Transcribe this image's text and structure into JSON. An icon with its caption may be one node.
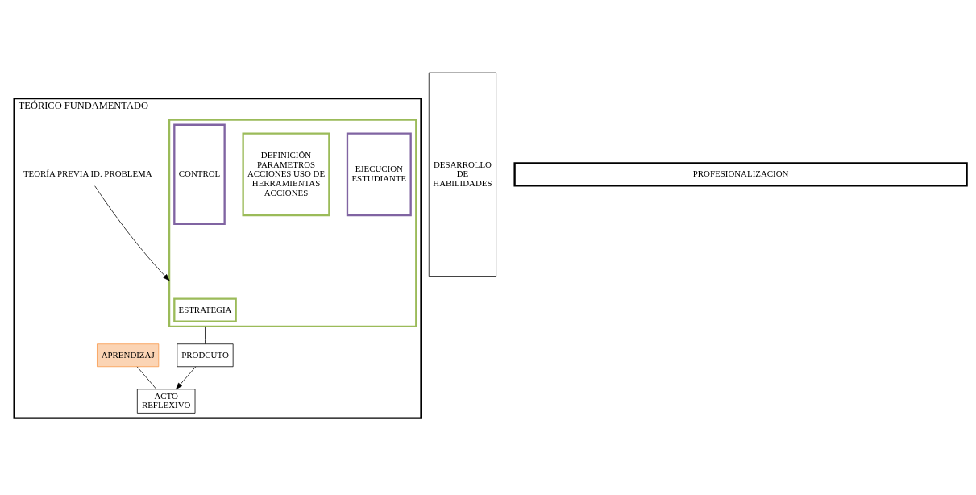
{
  "diagram": {
    "nodes": [
      {
        "text": [
          "TEÓRICO FUNDAMENTADO"
        ]
      },
      {
        "text": [
          "TEORÍA PREVIA ID. PROBLEMA"
        ],
        "in": 0
      },
      {
        "text": [],
        "shape": "box",
        "in": 0
      },
      {
        "text": [
          "ESTRATEGIA"
        ],
        "in": 2
      },
      {
        "text": [
          "EJECUCION ESTUDIANTE"
        ],
        "in": 2
      },
      {
        "text": [
          "DEFINICIÓN PARAMETROS ACCIONES USO DE HERRAMIENTAS ACCIONES"
        ],
        "in": 2
      },
      {
        "text": [
          "CONTROL"
        ],
        "in": 2
      },
      {
        "text": [
          "APRENDIZAJ"
        ],
        "in": 0
      },
      {
        "text": [
          "ACTO REFLEXIVO"
        ],
        "in": 0
      },
      {
        "text": [
          "PRODCUTO"
        ],
        "in": 0
      },
      {
        "text": [
          "DESARROLLO DE HABILIDADES"
        ]
      },
      {
        "text": [
          "PROFESIONALIZACION"
        ]
      }
    ],
    "edges": [
      {
        "from": 1,
        "to": 2,
        "arrow": "to"
      },
      {
        "from": 7,
        "to": 8,
        "arrow": "none"
      },
      {
        "from": 2,
        "to": 9,
        "arrow": "none"
      },
      {
        "from": 9,
        "to": 8,
        "arrow": "to"
      }
    ]
  }
}
